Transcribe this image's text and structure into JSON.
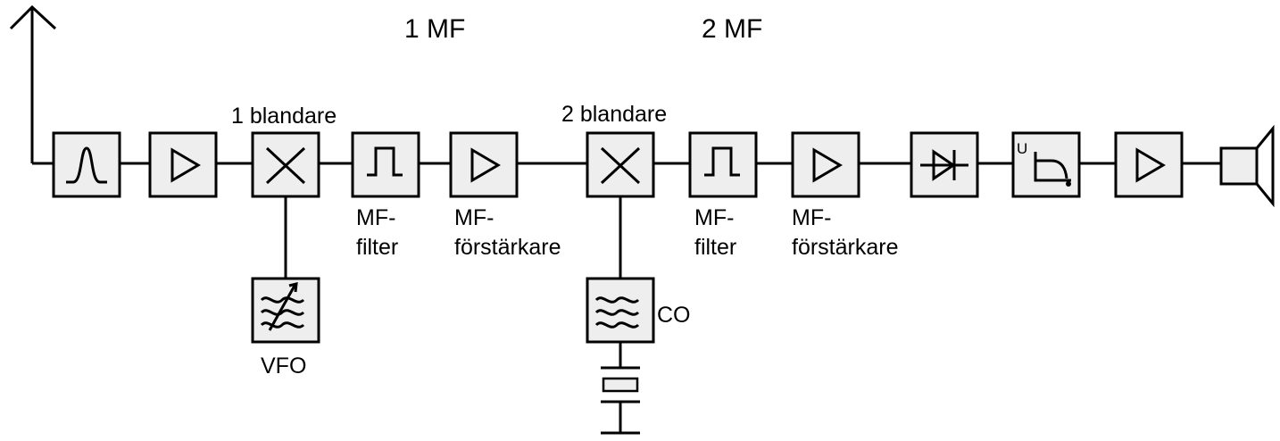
{
  "headers": {
    "mf1": "1 MF",
    "mf2": "2 MF"
  },
  "labels": {
    "mixer1": "1 blandare",
    "mixer2": "2 blandare",
    "if_filter1": [
      "MF-",
      "filter"
    ],
    "if_amp1": [
      "MF-",
      "förstärkare"
    ],
    "if_filter2": [
      "MF-",
      "filter"
    ],
    "if_amp2": [
      "MF-",
      "förstärkare"
    ],
    "vfo": "VFO",
    "co": "CO",
    "agc_u": "U"
  },
  "icons": {
    "antenna": "antenna-arrow-icon",
    "preselector": "bandpass-filter-icon",
    "amplifier": "amplifier-triangle-icon",
    "mixer": "mixer-cross-icon",
    "if_filter": "rectangular-filter-icon",
    "detector": "diode-icon",
    "agc": "agc-curve-icon",
    "oscillator": "oscillator-waves-icon",
    "crystal": "crystal-icon",
    "speaker": "speaker-icon"
  },
  "colors": {
    "line": "#000000",
    "box_fill": "#eeeeee",
    "background": "#ffffff"
  }
}
